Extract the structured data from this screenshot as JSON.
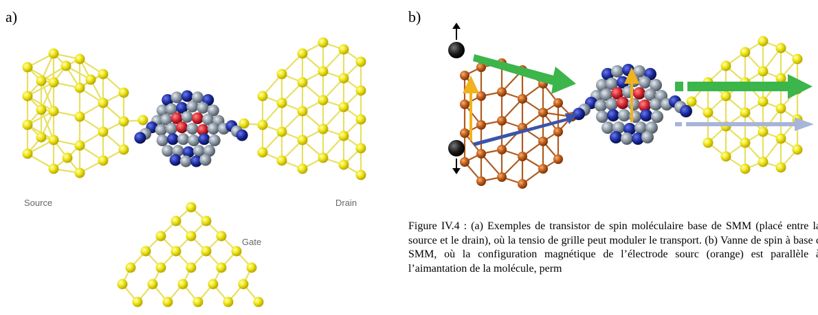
{
  "panels": {
    "a": {
      "label": "a)",
      "source_label": "Source",
      "drain_label": "Drain",
      "gate_label": "Gate"
    },
    "b": {
      "label": "b)"
    }
  },
  "colors": {
    "gold_atom": "#f2ea1f",
    "gold_bond": "#e8e060",
    "copper_atom": "#c8641e",
    "green_arrow": "#3cb54a",
    "blue_arrow": "#3a54a8",
    "light_blue_arrow": "#a8b4d8",
    "yellow_arrow": "#f0b21e",
    "molecule_grey": "#8e9aa6",
    "molecule_blue": "#1a2aa0",
    "molecule_red": "#d0202a"
  },
  "caption": "Figure IV.4 : (a) Exemples de transistor de spin moléculaire base de SMM (placé entre la source et le drain), où la tensio de grille peut moduler le transport. (b) Vanne de spin à base c SMM, où la configuration magnétique de l’électrode sourc (orange) est parallèle à l’aimantation de la molécule, perm"
}
